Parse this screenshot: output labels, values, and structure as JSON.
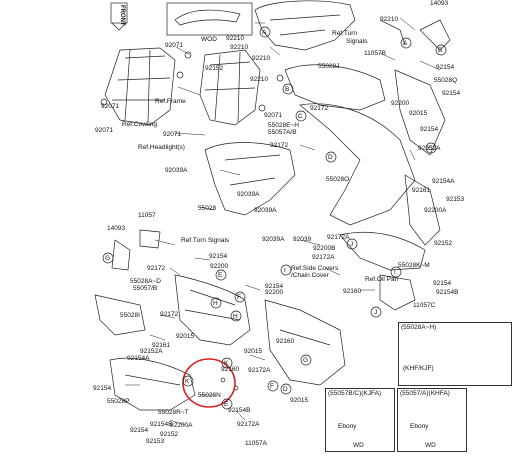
{
  "diagram": {
    "labels": [
      {
        "text": "92210"
      },
      {
        "text": "14093"
      },
      {
        "text": "92071"
      },
      {
        "text": "92210"
      },
      {
        "text": "Ref.Turn"
      },
      {
        "text": "Signals"
      },
      {
        "text": "11057B"
      },
      {
        "text": "55028J"
      },
      {
        "text": "92154"
      },
      {
        "text": "55028Q"
      },
      {
        "text": "92154"
      },
      {
        "text": "Ref.Frame"
      },
      {
        "text": "92172"
      },
      {
        "text": "92200"
      },
      {
        "text": "92015"
      },
      {
        "text": "92071"
      },
      {
        "text": "Ref.Cowling"
      },
      {
        "text": "92071"
      },
      {
        "text": "92071"
      },
      {
        "text": "55028E~H"
      },
      {
        "text": "55057A/B"
      },
      {
        "text": "92154"
      },
      {
        "text": "92172"
      },
      {
        "text": "92152A"
      },
      {
        "text": "Ref.Headlight(s)"
      },
      {
        "text": "92039A"
      },
      {
        "text": "55028O"
      },
      {
        "text": "92161"
      },
      {
        "text": "92039A"
      },
      {
        "text": "92154A"
      },
      {
        "text": "55028"
      },
      {
        "text": "92039A"
      },
      {
        "text": "92200A"
      },
      {
        "text": "92153"
      },
      {
        "text": "11057"
      },
      {
        "text": "14093"
      },
      {
        "text": "92039A"
      },
      {
        "text": "92039"
      },
      {
        "text": "92172A"
      },
      {
        "text": "92152"
      },
      {
        "text": "Ref.Turn Signals"
      },
      {
        "text": "92200B"
      },
      {
        "text": "92172A"
      },
      {
        "text": "92154"
      },
      {
        "text": "92200"
      },
      {
        "text": "55028K~M"
      },
      {
        "text": "92172"
      },
      {
        "text": "Ref.Side Covers"
      },
      {
        "text": "/Chain Cover"
      },
      {
        "text": "Ref.Oil Pan"
      },
      {
        "text": "92154"
      },
      {
        "text": "92154"
      },
      {
        "text": "55028A~D"
      },
      {
        "text": "55057/B"
      },
      {
        "text": "92200"
      },
      {
        "text": "92160"
      },
      {
        "text": "92154B"
      },
      {
        "text": "92172"
      },
      {
        "text": "11057C"
      },
      {
        "text": "55028I"
      },
      {
        "text": "92161"
      },
      {
        "text": "92015"
      },
      {
        "text": "92152A"
      },
      {
        "text": "92154A"
      },
      {
        "text": "92015"
      },
      {
        "text": "92160"
      },
      {
        "text": "92154"
      },
      {
        "text": "92172A"
      },
      {
        "text": "55028P"
      },
      {
        "text": "55028N"
      },
      {
        "text": "92015"
      },
      {
        "text": "55028R~T"
      },
      {
        "text": "92154B"
      },
      {
        "text": "92154"
      },
      {
        "text": "92200A"
      },
      {
        "text": "92152"
      },
      {
        "text": "92153"
      },
      {
        "text": "11057A"
      },
      {
        "text": "92172A"
      },
      {
        "text": "92160"
      },
      {
        "text": "92071"
      },
      {
        "text": "92210"
      },
      {
        "text": "92210"
      },
      {
        "text": "92152"
      },
      {
        "text": "92210"
      },
      {
        "text": "92154B"
      }
    ],
    "letters": [
      {
        "text": "A"
      },
      {
        "text": "B"
      },
      {
        "text": "C"
      },
      {
        "text": "D"
      },
      {
        "text": "E"
      },
      {
        "text": "F"
      },
      {
        "text": "G"
      },
      {
        "text": "H"
      },
      {
        "text": "I"
      },
      {
        "text": "J"
      },
      {
        "text": "K"
      },
      {
        "text": "A"
      },
      {
        "text": "B"
      },
      {
        "text": "C"
      },
      {
        "text": "D"
      },
      {
        "text": "E"
      },
      {
        "text": "F"
      },
      {
        "text": "G"
      },
      {
        "text": "H"
      },
      {
        "text": "I"
      },
      {
        "text": "J"
      },
      {
        "text": "K"
      }
    ],
    "front_label": "FRONT",
    "top_inset_caption": "WOD",
    "insets": [
      {
        "title": "(55028A~H)",
        "sub": "(KHF/KJF)",
        "cap": ""
      },
      {
        "title": "(55057B/C)(KJFA)",
        "sub": "Ebony",
        "cap": "WD"
      },
      {
        "title": "(55057/A)(KHFA)",
        "sub": "Ebony",
        "cap": "WD"
      }
    ]
  }
}
